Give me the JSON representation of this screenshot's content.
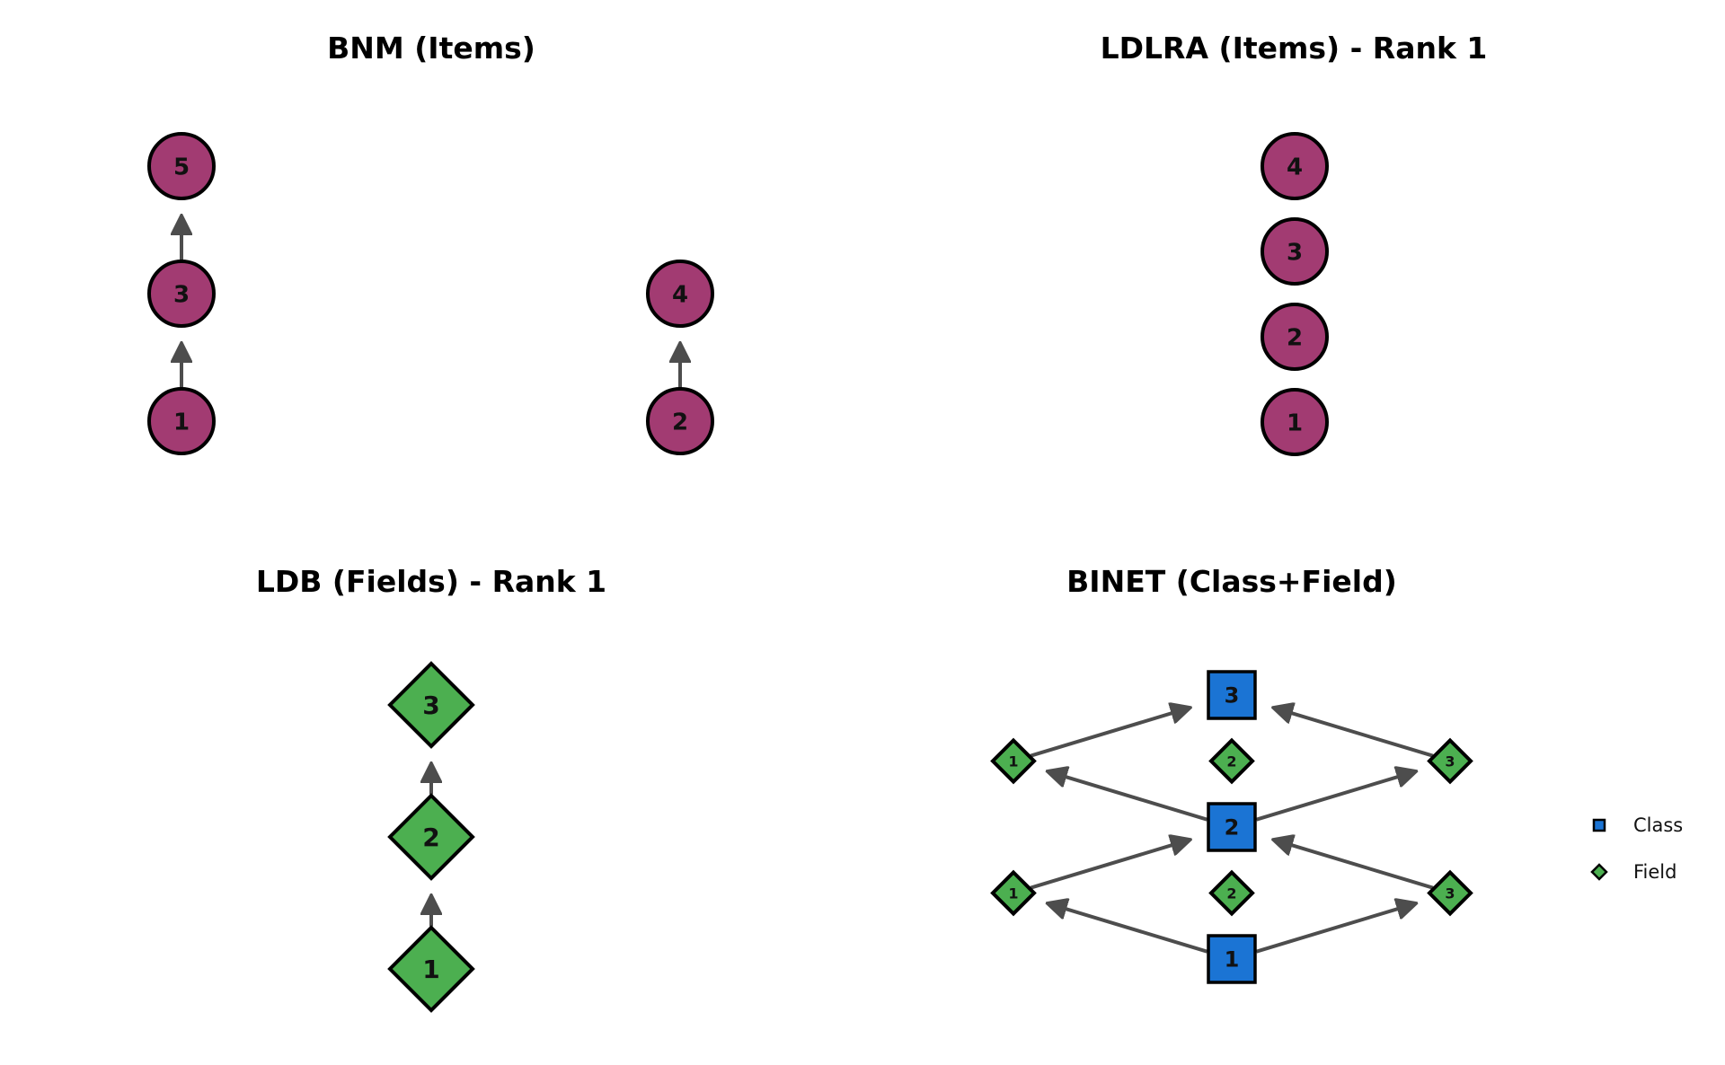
{
  "colors": {
    "item_node": "#a23b72",
    "field_node": "#4caf50",
    "class_node": "#1b74d4",
    "edge": "#4d4d4d",
    "outline": "#000000"
  },
  "panels": [
    {
      "id": "bnm",
      "title": "BNM (Items)",
      "node_type": "item",
      "nodes": [
        {
          "id": "1",
          "label": "1",
          "col": 0,
          "row": 0
        },
        {
          "id": "3",
          "label": "3",
          "col": 0,
          "row": 1
        },
        {
          "id": "5",
          "label": "5",
          "col": 0,
          "row": 2
        },
        {
          "id": "2",
          "label": "2",
          "col": 1,
          "row": 0
        },
        {
          "id": "4",
          "label": "4",
          "col": 1,
          "row": 1
        }
      ],
      "edges": [
        {
          "from": "1",
          "to": "3"
        },
        {
          "from": "3",
          "to": "5"
        },
        {
          "from": "2",
          "to": "4"
        }
      ]
    },
    {
      "id": "ldlra",
      "title": "LDLRA (Items) - Rank 1",
      "node_type": "item",
      "nodes": [
        {
          "id": "1",
          "label": "1",
          "col": 0,
          "row": 0
        },
        {
          "id": "2",
          "label": "2",
          "col": 0,
          "row": 1
        },
        {
          "id": "3",
          "label": "3",
          "col": 0,
          "row": 2
        },
        {
          "id": "4",
          "label": "4",
          "col": 0,
          "row": 3
        }
      ],
      "edges": []
    },
    {
      "id": "ldb",
      "title": "LDB (Fields) - Rank 1",
      "node_type": "field",
      "nodes": [
        {
          "id": "1",
          "label": "1",
          "col": 0,
          "row": 0
        },
        {
          "id": "2",
          "label": "2",
          "col": 0,
          "row": 1
        },
        {
          "id": "3",
          "label": "3",
          "col": 0,
          "row": 2
        }
      ],
      "edges": [
        {
          "from": "1",
          "to": "2"
        },
        {
          "from": "2",
          "to": "3"
        }
      ]
    },
    {
      "id": "binet",
      "title": "BINET (Class+Field)",
      "nodes": [
        {
          "id": "C1",
          "label": "1",
          "type": "class",
          "col": 1,
          "row": 0
        },
        {
          "id": "C2",
          "label": "2",
          "type": "class",
          "col": 1,
          "row": 2
        },
        {
          "id": "C3",
          "label": "3",
          "type": "class",
          "col": 1,
          "row": 4
        },
        {
          "id": "F1a",
          "label": "1",
          "type": "field",
          "col": 0,
          "row": 1
        },
        {
          "id": "F2a",
          "label": "2",
          "type": "field",
          "col": 1,
          "row": 1
        },
        {
          "id": "F3a",
          "label": "3",
          "type": "field",
          "col": 2,
          "row": 1
        },
        {
          "id": "F1b",
          "label": "1",
          "type": "field",
          "col": 0,
          "row": 3
        },
        {
          "id": "F2b",
          "label": "2",
          "type": "field",
          "col": 1,
          "row": 3
        },
        {
          "id": "F3b",
          "label": "3",
          "type": "field",
          "col": 2,
          "row": 3
        }
      ],
      "edges": [
        {
          "from": "C1",
          "to": "F1a"
        },
        {
          "from": "C1",
          "to": "F3a"
        },
        {
          "from": "F1a",
          "to": "C2"
        },
        {
          "from": "F3a",
          "to": "C2"
        },
        {
          "from": "C2",
          "to": "F1b"
        },
        {
          "from": "C2",
          "to": "F3b"
        },
        {
          "from": "F1b",
          "to": "C3"
        },
        {
          "from": "F3b",
          "to": "C3"
        }
      ],
      "legend": [
        {
          "label": "Class",
          "shape": "square"
        },
        {
          "label": "Field",
          "shape": "diamond"
        }
      ]
    }
  ]
}
